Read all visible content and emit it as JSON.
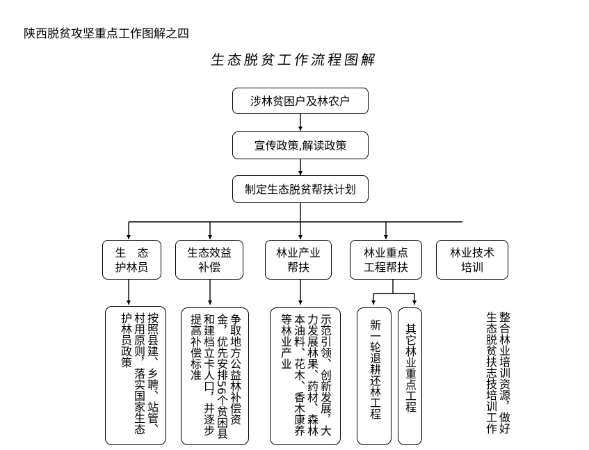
{
  "header": {
    "title": "陕西脱贫攻坚重点工作图解之四"
  },
  "diagram": {
    "title": "生态脱贫工作流程图解",
    "step1": "涉林贫困户及林农户",
    "step2": "宣传政策,解读政策",
    "step3": "制定生态脱贫帮扶计划",
    "branches": [
      {
        "label_line1": "生　态",
        "label_line2": "护林员",
        "detail": "按照县建、乡聘、站管、村用原则，落实国家生态护林员政策"
      },
      {
        "label_line1": "生态效益",
        "label_line2": "补偿",
        "detail": "争取地方公益林补偿资金，优先安排56个贫困县和建档立卡人口，并逐步提高补偿标准"
      },
      {
        "label_line1": "林业产业",
        "label_line2": "帮扶",
        "detail": "示范引领、创新发展，大力发展林果、药材、森林本油料、花木、香木康养等林业产业"
      },
      {
        "label_line1": "林业重点",
        "label_line2": "工程帮扶",
        "sub1": "新一轮退耕还林工程",
        "sub2": "其它林业重点工程"
      },
      {
        "label_line1": "林业技术",
        "label_line2": "培训",
        "detail": "整合林业培训资源，做好生态脱贫扶志技培训工作"
      }
    ]
  }
}
